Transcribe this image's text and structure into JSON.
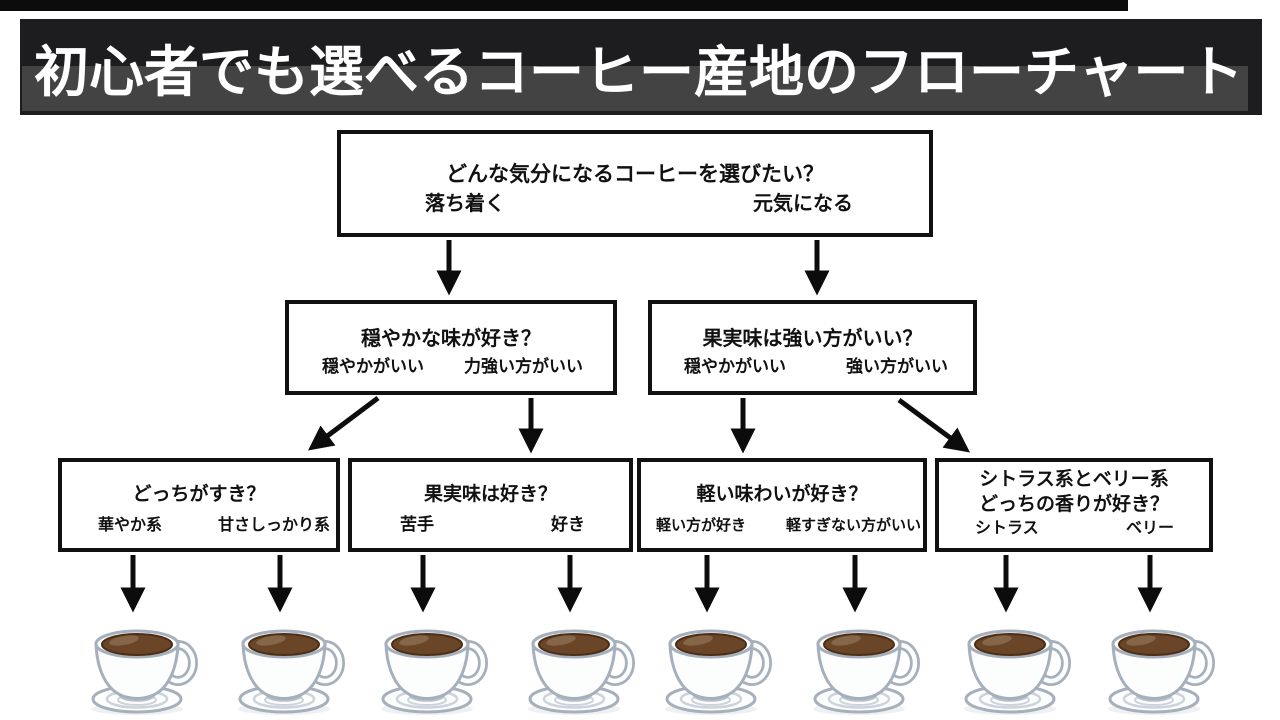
{
  "title": "初心者でも選べるコーヒー産地のフローチャート",
  "flowchart": {
    "root": {
      "question": "どんな気分になるコーヒーを選びたい？",
      "answers": [
        "落ち着く",
        "元気になる"
      ]
    },
    "level2": [
      {
        "question": "穏やかな味が好き？",
        "answers": [
          "穏やかがいい",
          "力強い方がいい"
        ]
      },
      {
        "question": "果実味は強い方がいい？",
        "answers": [
          "穏やかがいい",
          "強い方がいい"
        ]
      }
    ],
    "level3": [
      {
        "question": "どっちがすき？",
        "answers": [
          "華やか系",
          "甘さしっかり系"
        ]
      },
      {
        "question": "果実味は好き？",
        "answers": [
          "苦手",
          "好き"
        ]
      },
      {
        "question": "軽い味わいが好き？",
        "answers": [
          "軽い方が好き",
          "軽すぎない方がいい"
        ]
      },
      {
        "question_line1": "シトラス系とベリー系",
        "question_line2": "どっちの香りが好き？",
        "answers": [
          "シトラス",
          "ベリー"
        ]
      }
    ],
    "results": {
      "count": 8,
      "icon": "coffee-cup"
    }
  },
  "colors": {
    "banner_background": "#1d1d1f",
    "banner_band": "#4a4a4c",
    "title_text": "#ffffff",
    "box_border": "#111111",
    "arrow": "#0c0c0c",
    "coffee": "#6a4527",
    "cup_outline": "#a6afbc",
    "background": "#ffffff"
  }
}
